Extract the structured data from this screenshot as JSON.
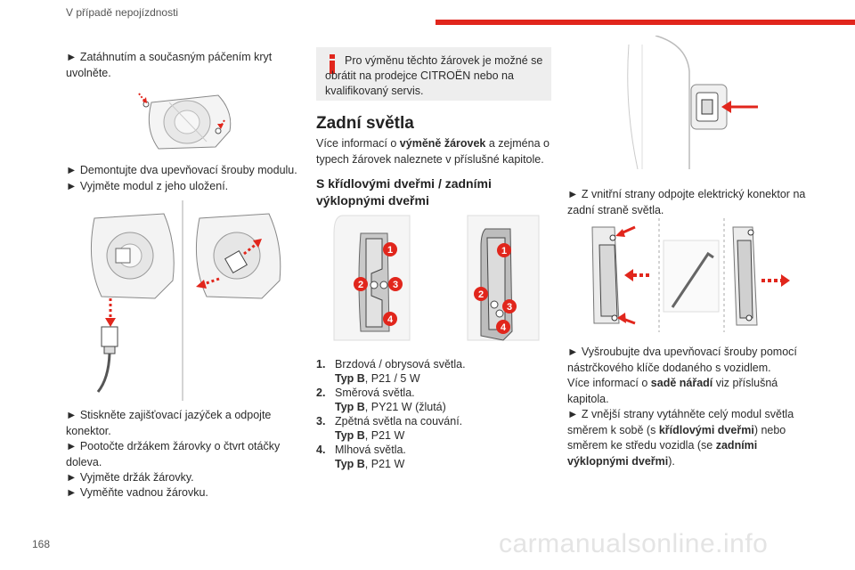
{
  "header": {
    "section_title": "V případě nepojízdnosti",
    "accent_color": "#e1261c"
  },
  "page_number": "168",
  "watermark": "carmanualsonline.info",
  "col1": {
    "step1": "► Zatáhnutím a současným páčením kryt uvolněte.",
    "step2": "► Demontujte dva upevňovací šrouby modulu.",
    "step3": "► Vyjměte modul z jeho uložení.",
    "step4": "► Stiskněte zajišťovací jazýček a odpojte konektor.",
    "step5": "► Pootočte držákem žárovky o čtvrt otáčky doleva.",
    "step6": "► Vyjměte držák žárovky.",
    "step7": "► Vyměňte vadnou žárovku."
  },
  "col2": {
    "info_text": "Pro výměnu těchto žárovek je možné se obrátit na prodejce CITROËN nebo na kvalifikovaný servis.",
    "section_heading": "Zadní světla",
    "intro_pre": "Více informací o ",
    "intro_bold": "výměně žárovek",
    "intro_post": " a zejména o typech žárovek naleznete v příslušné kapitole.",
    "subheading": "S křídlovými dveřmi / zadními výklopnými dveřmi",
    "badges": [
      "1",
      "2",
      "3",
      "4"
    ],
    "bulbs": [
      {
        "num": "1.",
        "name": "Brzdová / obrysová světla.",
        "type_label": "Typ B",
        "type_value": ", P21 / 5 W"
      },
      {
        "num": "2.",
        "name": "Směrová světla.",
        "type_label": "Typ B",
        "type_value": ", PY21 W (žlutá)"
      },
      {
        "num": "3.",
        "name": "Zpětná světla na couvání.",
        "type_label": "Typ B",
        "type_value": ", P21 W"
      },
      {
        "num": "4.",
        "name": "Mlhová světla.",
        "type_label": "Typ B",
        "type_value": ", P21 W"
      }
    ]
  },
  "col3": {
    "step1": "► Z vnitřní strany odpojte elektrický konektor na zadní straně světla.",
    "step2": "► Vyšroubujte dva upevňovací šrouby pomocí nástrčkového klíče dodaného s vozidlem.",
    "step3_pre": "Více informací o ",
    "step3_bold": "sadě nářadí",
    "step3_post": " viz příslušná kapitola.",
    "step4_pre": "► Z vnější strany vytáhněte celý modul světla směrem k sobě (s ",
    "step4_bold1": "křídlovými dveřmi",
    "step4_mid": ") nebo směrem ke středu vozidla (se ",
    "step4_bold2": "zadními výklopnými dveřmi",
    "step4_post": ")."
  }
}
